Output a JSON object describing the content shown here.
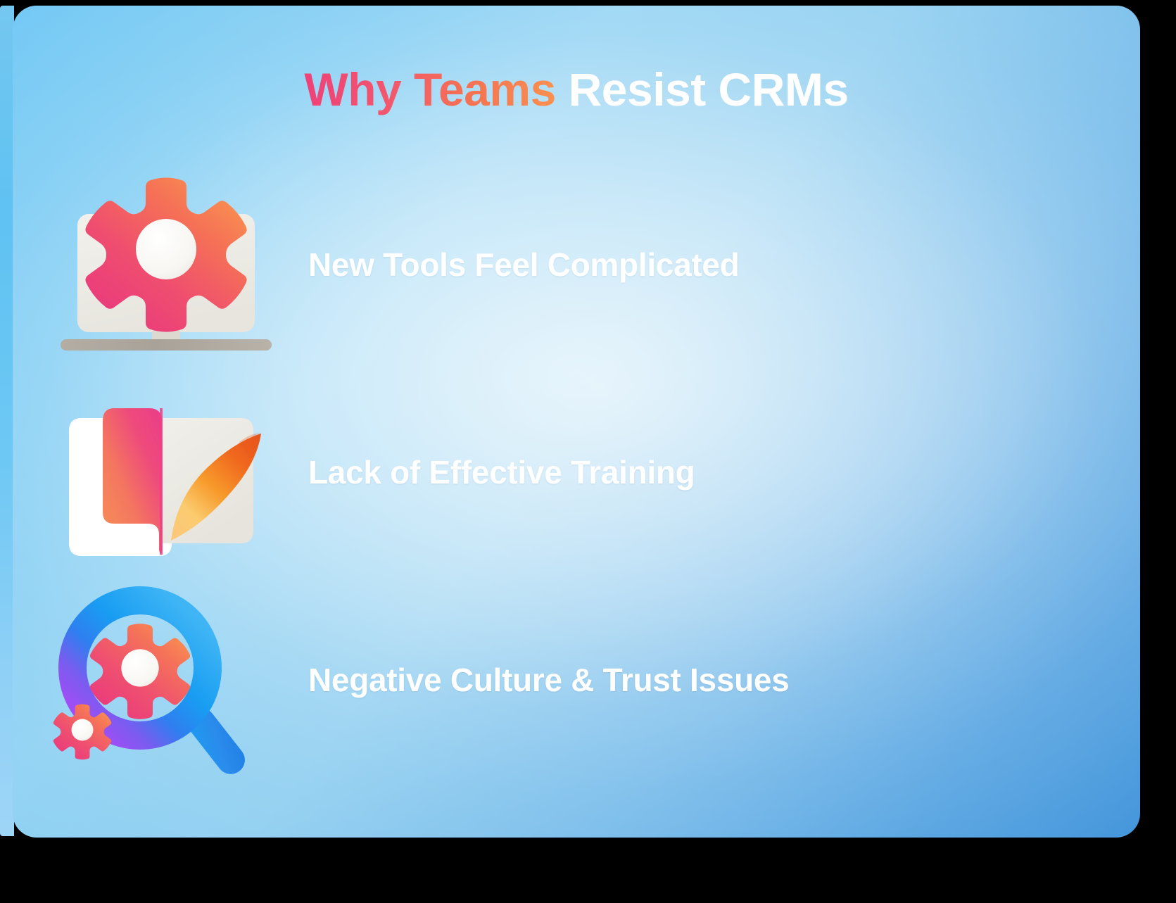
{
  "card": {
    "title_tinted": "Why Teams",
    "title_plain": "Resist CRMs",
    "title_full": "Why Teams Resist CRMs"
  },
  "colors": {
    "title_gradient_start": "#ef4178",
    "title_gradient_end": "#fa9050",
    "title_plain": "#ffffff",
    "background_light": "#8fd1f3",
    "background_deep": "#3f93da",
    "icon_warm_start": "#fa9050",
    "icon_warm_end": "#ef4178",
    "icon_cool_blue": "#1e9bf0",
    "icon_cool_purple": "#9b5cf6",
    "icon_neutral": "#ecebe6",
    "laptop_base": "#a9a39b"
  },
  "rows": [
    {
      "icon": "laptop-gear-icon",
      "label": "New Tools Feel Complicated"
    },
    {
      "icon": "open-book-pen-icon",
      "label": "Lack of Effective Training"
    },
    {
      "icon": "magnifier-gears-icon",
      "label": "Negative Culture & Trust Issues"
    }
  ]
}
